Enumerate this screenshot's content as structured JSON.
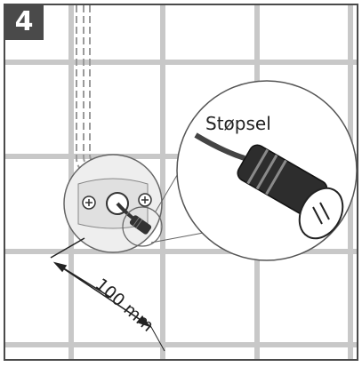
{
  "step": {
    "number": "4"
  },
  "callout": {
    "label": "Støpsel"
  },
  "dimension": {
    "label": "100 mm"
  },
  "icons": [
    "screw-icon",
    "plug-icon"
  ],
  "colors": {
    "frame": "#4a4a4a",
    "grid": "#c8c8c8",
    "cable": "#9a9a9a",
    "plug_dark": "#333333",
    "panel_fill": "#eeeeee"
  }
}
